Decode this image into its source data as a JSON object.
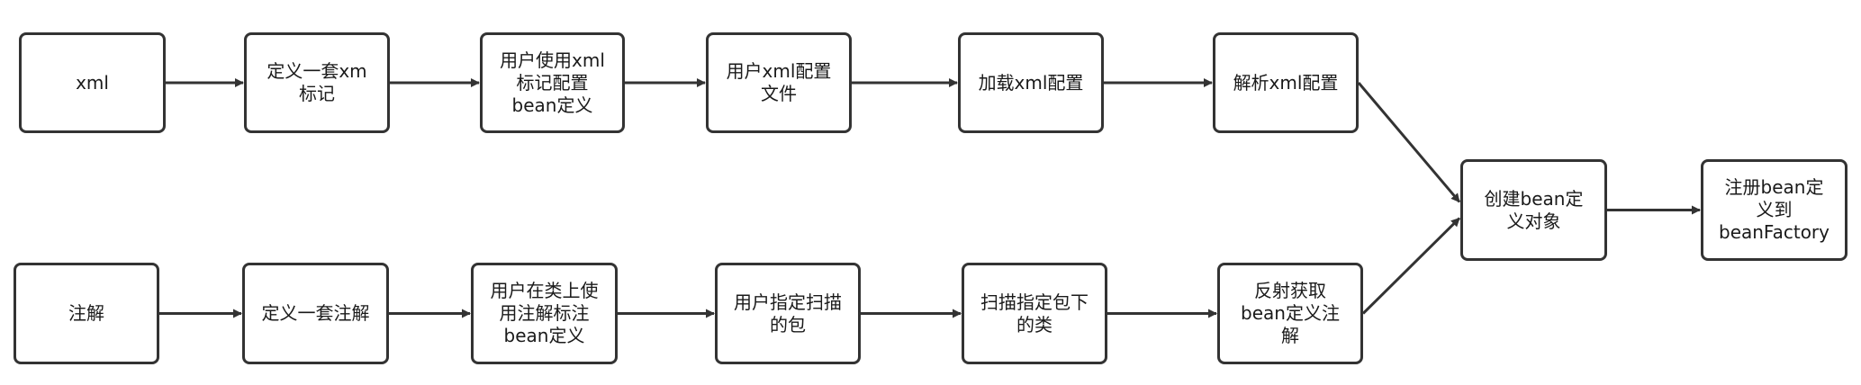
{
  "diagram": {
    "nodes": {
      "xml": {
        "label": "xml"
      },
      "define_xml_tags": {
        "label": "定义一套xm\n标记"
      },
      "user_xml_config": {
        "label": "用户使用xml\n标记配置\nbean定义"
      },
      "user_xml_file": {
        "label": "用户xml配置\n文件"
      },
      "load_xml": {
        "label": "加载xml配置"
      },
      "parse_xml": {
        "label": "解析xml配置"
      },
      "annotation": {
        "label": "注解"
      },
      "define_annotations": {
        "label": "定义一套注解"
      },
      "user_annotate_class": {
        "label": "用户在类上使\n用注解标注\nbean定义"
      },
      "user_scan_package": {
        "label": "用户指定扫描\n的包"
      },
      "scan_classes": {
        "label": "扫描指定包下\n的类"
      },
      "reflect_annotation": {
        "label": "反射获取\nbean定义注\n解"
      },
      "create_bean_def": {
        "label": "创建bean定\n义对象"
      },
      "register_bean_def": {
        "label": "注册bean定\n义到\nbeanFactory"
      }
    },
    "edges": [
      [
        "xml",
        "define_xml_tags"
      ],
      [
        "define_xml_tags",
        "user_xml_config"
      ],
      [
        "user_xml_config",
        "user_xml_file"
      ],
      [
        "user_xml_file",
        "load_xml"
      ],
      [
        "load_xml",
        "parse_xml"
      ],
      [
        "parse_xml",
        "create_bean_def"
      ],
      [
        "annotation",
        "define_annotations"
      ],
      [
        "define_annotations",
        "user_annotate_class"
      ],
      [
        "user_annotate_class",
        "user_scan_package"
      ],
      [
        "user_scan_package",
        "scan_classes"
      ],
      [
        "scan_classes",
        "reflect_annotation"
      ],
      [
        "reflect_annotation",
        "create_bean_def"
      ],
      [
        "create_bean_def",
        "register_bean_def"
      ]
    ],
    "colors": {
      "stroke": "#333333",
      "text": "#1a1a1a",
      "background": "#ffffff"
    }
  }
}
